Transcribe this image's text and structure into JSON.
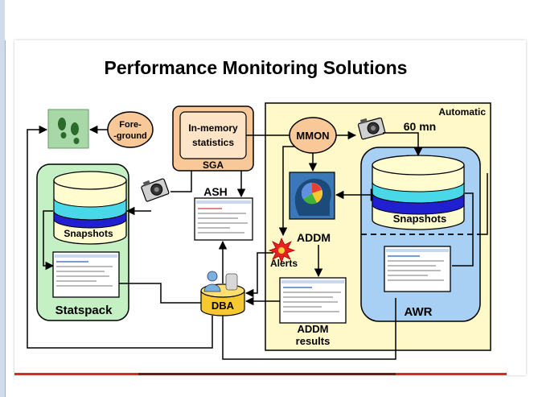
{
  "title": "Performance Monitoring Solutions",
  "labels": {
    "foreground": [
      "Fore-",
      "-ground"
    ],
    "in_memory": [
      "In-memory",
      "statistics"
    ],
    "sga": "SGA",
    "ash": "ASH",
    "mmon": "MMON",
    "automatic": "Automatic",
    "interval": "60 mn",
    "addm": "ADDM",
    "alerts": "Alerts",
    "snapshots_left": "Snapshots",
    "snapshots_right": "Snapshots",
    "statspack": "Statspack",
    "dba": "DBA",
    "addm_results": [
      "ADDM",
      "results"
    ],
    "awr": "AWR"
  },
  "colors": {
    "automatic_panel": "#fff8c8",
    "statspack_panel": "#c4f0c4",
    "awr_panel": "#a8d0f4",
    "sga_panel": "#f8c898",
    "db_top": "#fffcd0",
    "db_cyan": "#48d8e8",
    "db_blue": "#2020d0",
    "dba_gold": "#f8c830",
    "alert_red": "#e82020"
  },
  "icons": [
    "footprints-icon",
    "camera-icon",
    "brain-icon",
    "alert-burst-icon",
    "dba-users-icon"
  ]
}
